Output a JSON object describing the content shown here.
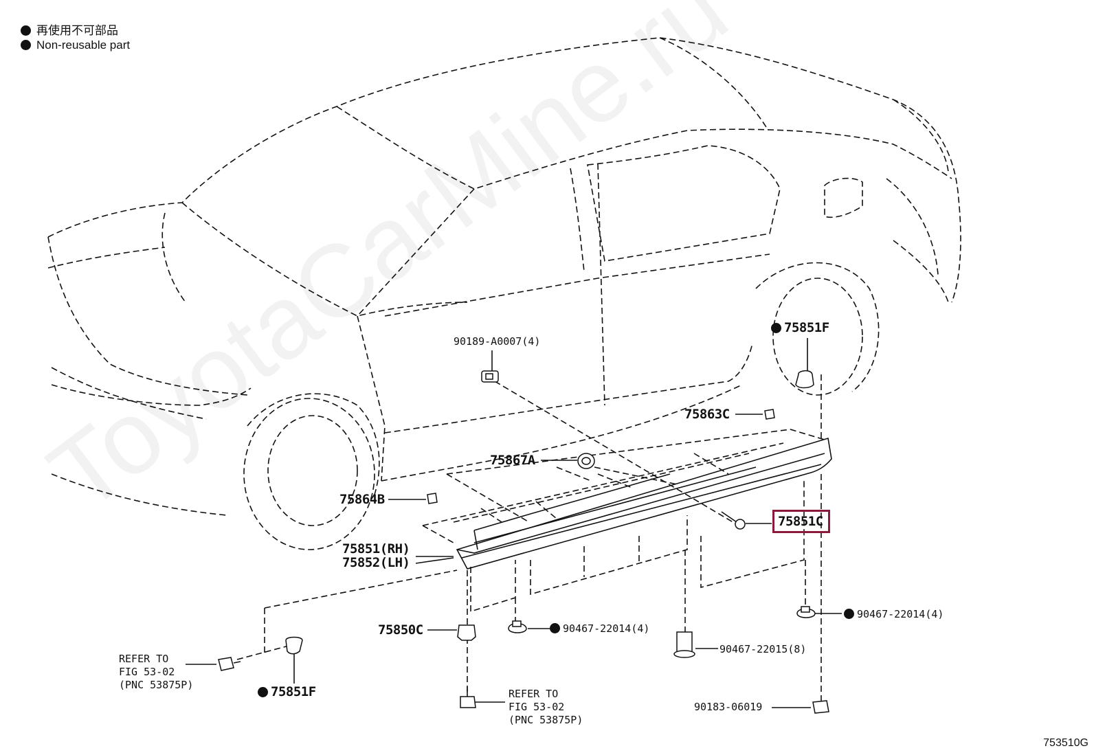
{
  "legend": {
    "jp": "再使用不可部品",
    "en": "Non-reusable part"
  },
  "labels": {
    "p90189": "90189-A0007(4)",
    "p75851F_top": "75851F",
    "p75863C": "75863C",
    "p75867A": "75867A",
    "p75864B": "75864B",
    "p75851C": "75851C",
    "p75851RH": "75851(RH)",
    "p75852LH": "75852(LH)",
    "p75850C": "75850C",
    "p90467_22014_mid": "90467-22014(4)",
    "p90467_22014_right": "90467-22014(4)",
    "p90467_22015": "90467-22015(8)",
    "p90183": "90183-06019",
    "p75851F_bottom": "75851F",
    "refer_left": [
      "REFER TO",
      "FIG 53-02",
      "(PNC 53875P)"
    ],
    "refer_mid": [
      "REFER TO",
      "FIG 53-02",
      "(PNC 53875P)"
    ]
  },
  "watermark": "ToyotaCarMine.ru",
  "figure_code": "753510G"
}
